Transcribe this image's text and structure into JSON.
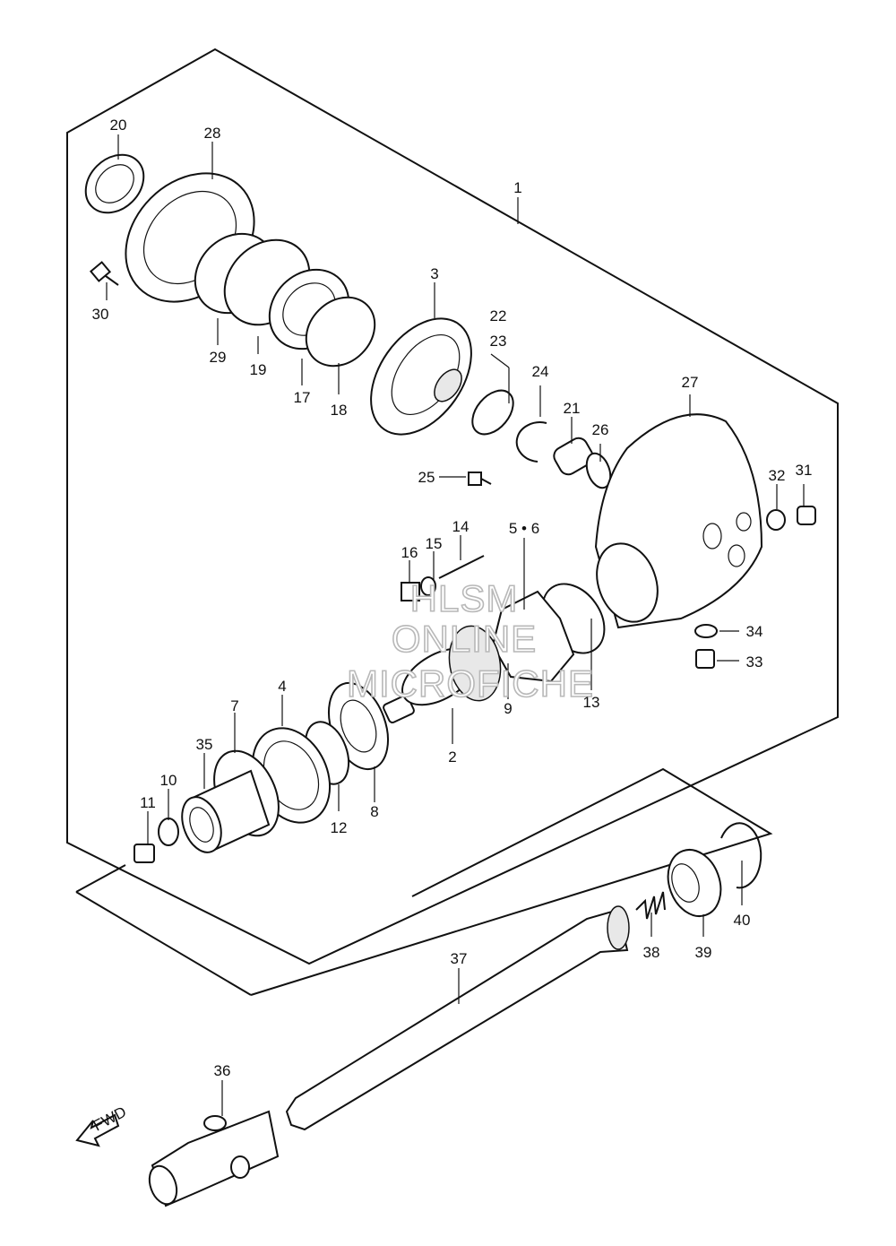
{
  "labels": {
    "p1": "1",
    "p2": "2",
    "p3": "3",
    "p4": "4",
    "p56": "5 • 6",
    "p7": "7",
    "p8": "8",
    "p9": "9",
    "p10": "10",
    "p11": "11",
    "p12": "12",
    "p13": "13",
    "p14": "14",
    "p15": "15",
    "p16": "16",
    "p17": "17",
    "p18": "18",
    "p19": "19",
    "p20": "20",
    "p21": "21",
    "p22": "22",
    "p23": "23",
    "p24": "24",
    "p25": "25",
    "p26": "26",
    "p27": "27",
    "p28": "28",
    "p29": "29",
    "p30": "30",
    "p31": "31",
    "p32": "32",
    "p33": "33",
    "p34": "34",
    "p35": "35",
    "p36": "36",
    "p37": "37",
    "p38": "38",
    "p39": "39",
    "p40": "40"
  },
  "watermark": {
    "line1": "HLSM",
    "line2": "ONLINE",
    "line3": "MICROFICHE"
  },
  "fwd_arrow": {
    "text": "FWD"
  },
  "colors": {
    "line": "#111111",
    "background": "#ffffff",
    "watermark_stroke": "#b8b8b8"
  }
}
